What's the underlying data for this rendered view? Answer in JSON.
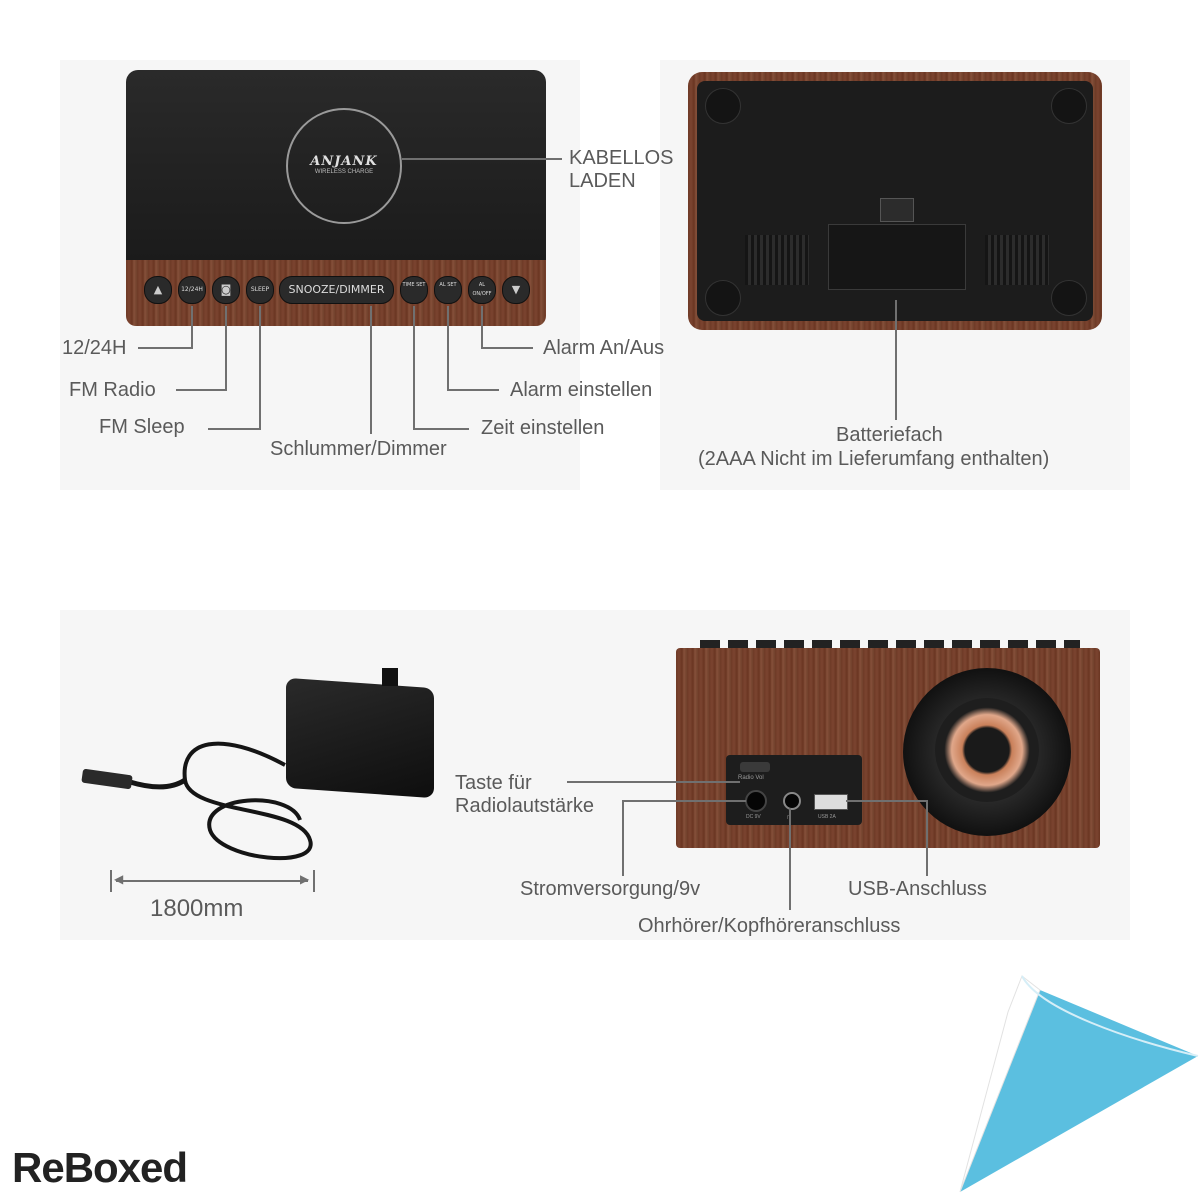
{
  "top_device": {
    "logo": "ANJANK",
    "logo_sub": "WIRELESS CHARGE",
    "buttons": [
      "12/24H",
      "SLEEP",
      "SNOOZE/DIMMER",
      "TIME SET",
      "AL SET",
      "AL ON/OFF"
    ],
    "icons": [
      "up-arrow-icon",
      "radio-icon",
      "down-arrow-icon"
    ]
  },
  "labels": {
    "wireless": "KABELLOS LADEN",
    "h1224": "12/24H",
    "fm_radio": "FM Radio",
    "fm_sleep": "FM Sleep",
    "snooze": "Schlummer/Dimmer",
    "time_set": "Zeit einstellen",
    "alarm_set": "Alarm einstellen",
    "alarm_onoff": "Alarm An/Aus",
    "battery_title": "Batteriefach",
    "battery_note": "(2AAA Nicht im Lieferumfang enthalten)",
    "cable_length": "1800mm",
    "radio_vol": "Taste für Radiolautstärke",
    "power": "Stromversorgung/9v",
    "headphone": "Ohrhörer/Kopfhöreranschluss",
    "usb": "USB-Anschluss"
  },
  "port_labels": {
    "radio_vol": "Radio Vol",
    "dc": "DC 9V",
    "usb": "USB 2A"
  },
  "brand": "ReBoxed",
  "colors": {
    "wood": "#7b4430",
    "device_black": "#1e1e1e",
    "corner_blue": "#5bbfe0"
  }
}
